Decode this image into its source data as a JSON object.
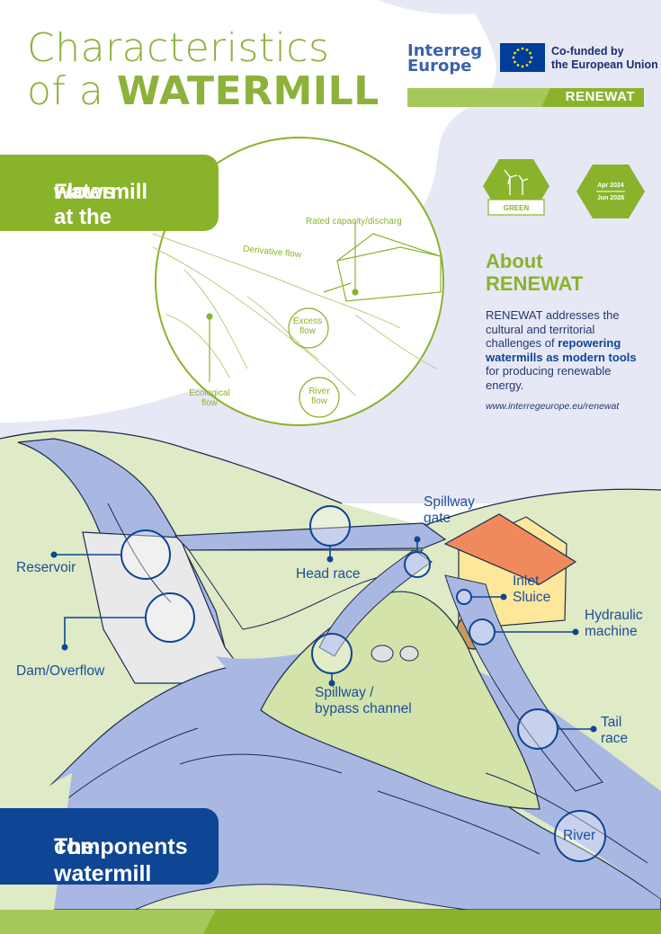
{
  "title": {
    "line1": "Characteristics",
    "line2_prefix": "of a ",
    "line2_bold": "WATERMILL"
  },
  "header": {
    "interreg_line1": "Interreg",
    "interreg_line2": "Europe",
    "cofunded_line1": "Co-funded by",
    "cofunded_line2": "the European Union",
    "project": "RENEWAT"
  },
  "badges": {
    "green": "GREEN",
    "start": "Apr 2024",
    "end": "Jun 2028"
  },
  "flows": {
    "heading_line1": "Flows at the",
    "heading_line2": "watermill",
    "labels": {
      "rated": "Rated capacity/discharg",
      "derivative": "Derivative flow",
      "excess_1": "Excess",
      "excess_2": "flow",
      "ecological_1": "Ecological",
      "ecological_2": "flow",
      "river_1": "River",
      "river_2": "flow"
    }
  },
  "about": {
    "heading_line1": "About",
    "heading_line2": "RENEWAT",
    "text_before": "RENEWAT addresses the cultural and territorial challenges of ",
    "text_bold": "repowering watermills as modern tools",
    "text_after": " for producing renewable energy.",
    "url": "www.interregeurope.eu/renewat"
  },
  "components": {
    "heading_line1": "The watermill",
    "heading_line2": "components",
    "labels": {
      "reservoir": "Reservoir",
      "dam": "Dam/Overflow",
      "head_race": "Head race",
      "spillway_gate_1": "Spillway",
      "spillway_gate_2": "gate",
      "inlet_1": "Inlet",
      "inlet_2": "Sluice",
      "hydraulic_1": "Hydraulic",
      "hydraulic_2": "machine",
      "spillway_1": "Spillway /",
      "spillway_2": "bypass channel",
      "tail_1": "Tail",
      "tail_2": "race",
      "river": "River"
    }
  },
  "colors": {
    "green": "#8ab32c",
    "light_green": "#a6c85b",
    "blue": "#0e4594",
    "water": "#a9b8e3",
    "land": "#dfeac6",
    "sky": "#e6e8f6"
  }
}
